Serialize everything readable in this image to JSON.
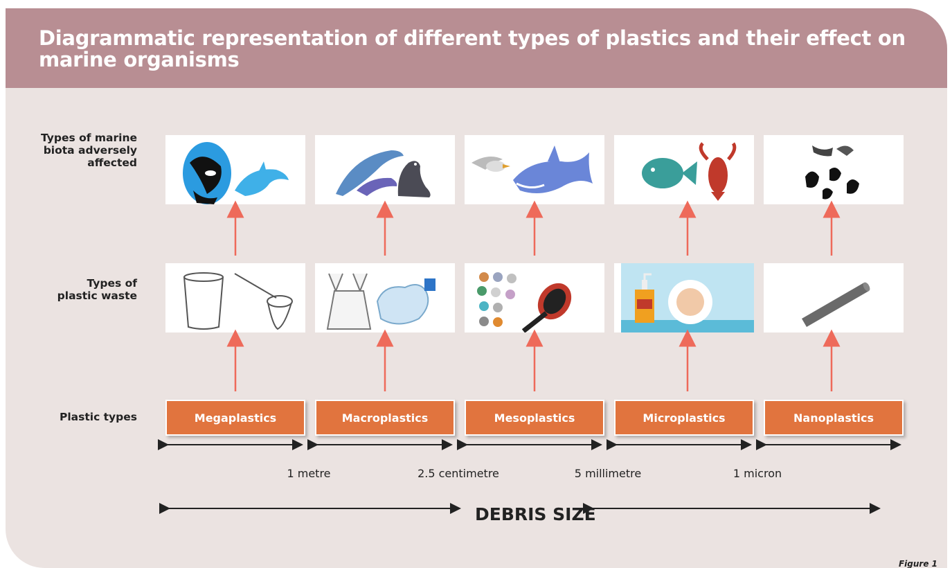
{
  "title": "Diagrammatic representation of different types of plastics and their effect on marine organisms",
  "row_labels": {
    "biota": "Types of marine\nbiota adversely\naffected",
    "waste": "Types of\nplastic waste",
    "plastic": "Plastic types"
  },
  "columns": [
    {
      "plastic_type": "Megaplastics",
      "waste_icons": [
        "cup-icon",
        "fishing-net-icon"
      ],
      "biota_icons": [
        "orca-icon",
        "dolphin-icon"
      ]
    },
    {
      "plastic_type": "Macroplastics",
      "waste_icons": [
        "plastic-bag-icon",
        "crushed-bottle-icon"
      ],
      "biota_icons": [
        "dolphins-icon",
        "seal-icon"
      ]
    },
    {
      "plastic_type": "Mesoplastics",
      "waste_icons": [
        "bottle-caps-icon",
        "hairbrush-icon"
      ],
      "biota_icons": [
        "seabird-icon",
        "shark-icon"
      ]
    },
    {
      "plastic_type": "Microplastics",
      "waste_icons": [
        "soap-bottle-icon",
        "microbeads-icon"
      ],
      "biota_icons": [
        "fish-icon",
        "lobster-icon"
      ]
    },
    {
      "plastic_type": "Nanoplastics",
      "waste_icons": [
        "tube-icon"
      ],
      "biota_icons": [
        "plankton-icon"
      ]
    }
  ],
  "size_thresholds": [
    "1 metre",
    "2.5 centimetre",
    "5 millimetre",
    "1 micron"
  ],
  "axis_label": "DEBRIS SIZE",
  "figure_label": "Figure 1",
  "colors": {
    "header": "#b88e93",
    "panel": "#ebe3e1",
    "plastic_type_box": "#e1743e",
    "arrow": "#ee6a5a"
  }
}
